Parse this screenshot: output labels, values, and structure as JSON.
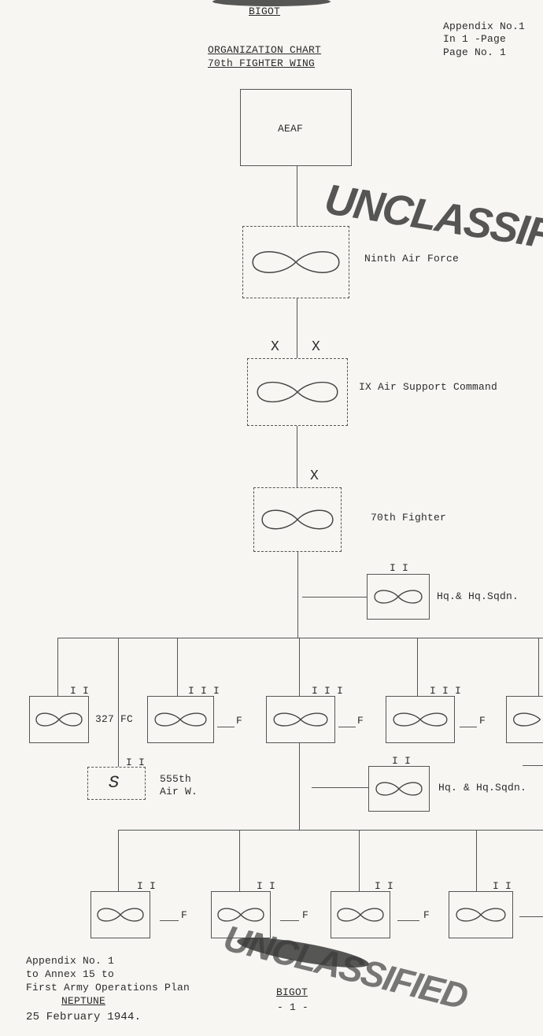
{
  "header": {
    "top_mark": "BIGOT",
    "appendix_line1": "Appendix No.1",
    "appendix_line2": "In  1 -Page",
    "appendix_line3": "Page No. 1",
    "title_line1": "ORGANIZATION CHART",
    "title_line2": "70th FIGHTER WING"
  },
  "stamps": {
    "stamp1": "UNCLASSIFIED",
    "stamp2": "UNCLASSIFIED"
  },
  "nodes": {
    "aeaf": "AEAF",
    "ninth": "Ninth Air Force",
    "ix": "IX Air Support Command",
    "wing": "70th Fighter",
    "hq1": "Hq.& Hq.Sqdn.",
    "hq2": "Hq. & Hq.Sqdn.",
    "fc327": "327 FC",
    "air555_1": "555th",
    "air555_2": "Air W.",
    "s_letter": "S",
    "f": "F"
  },
  "symbols": {
    "x_mark": "X",
    "ii": "I I",
    "iii": "I I I"
  },
  "footer": {
    "line1": "Appendix No. 1",
    "line2": "to Annex 15 to",
    "line3": "First Army Operations Plan",
    "line4": "NEPTUNE",
    "line5": "25 February 1944.",
    "bottom_mark": "BIGOT",
    "page_num": "- 1 -"
  }
}
